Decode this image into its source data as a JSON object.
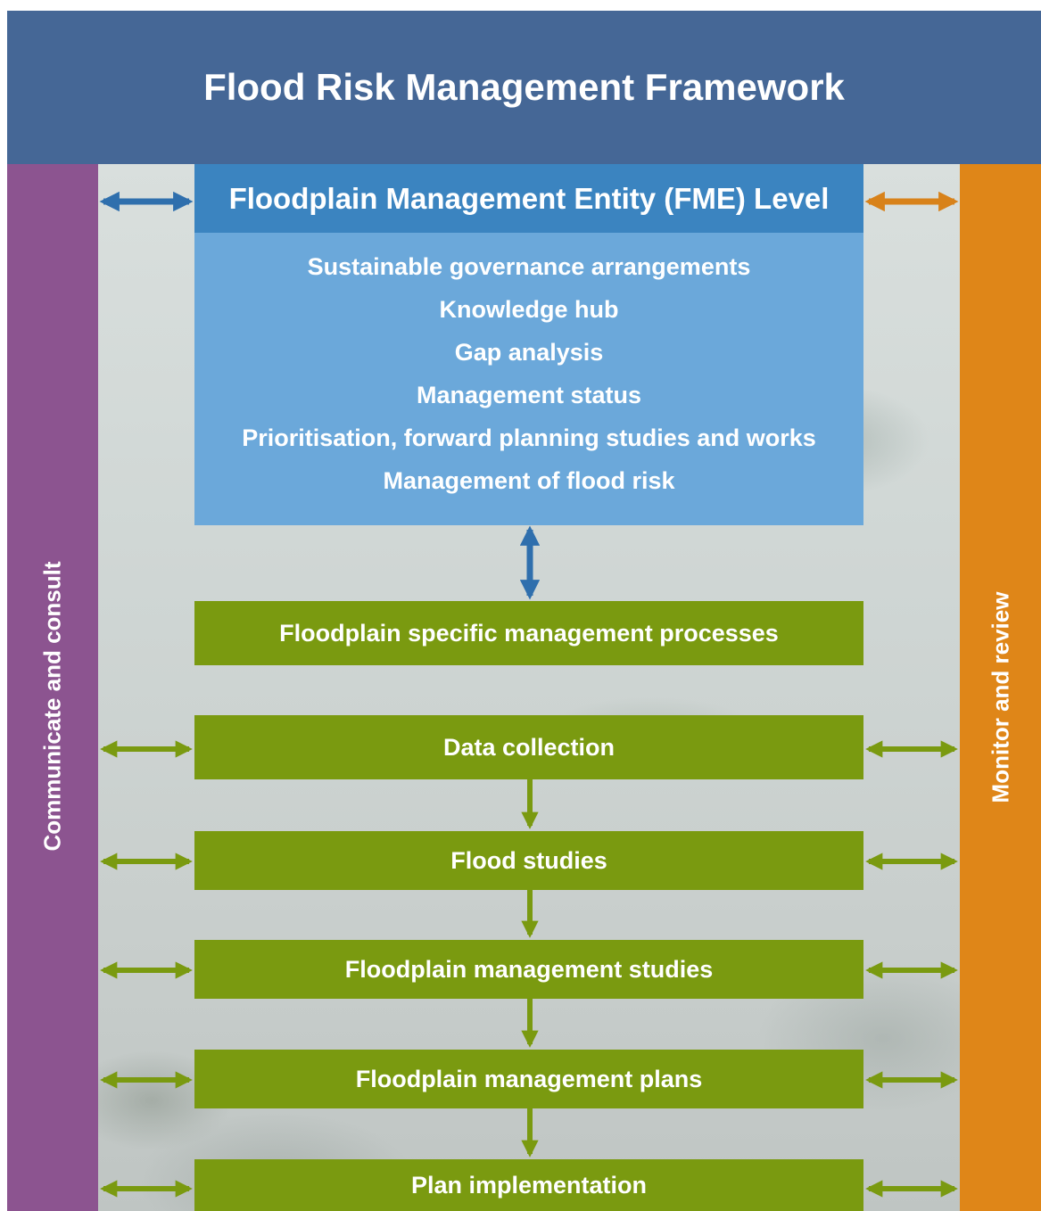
{
  "title": "Flood Risk Management Framework",
  "left_label": "Communicate and consult",
  "right_label": "Monitor and review",
  "fme": {
    "title": "Floodplain Management Entity (FME) Level",
    "items": [
      "Sustainable governance arrangements",
      "Knowledge hub",
      "Gap analysis",
      "Management status",
      "Prioritisation, forward planning studies and works",
      "Management of flood risk"
    ]
  },
  "processes_title": "Floodplain specific management processes",
  "steps": [
    "Data collection",
    "Flood studies",
    "Floodplain management studies",
    "Floodplain management plans",
    "Plan implementation"
  ],
  "colors": {
    "header": "#456796",
    "fme_title": "#3b84c0",
    "fme_body": "#6ba8da",
    "green": "#7a9a10",
    "purple": "#8c5490",
    "orange": "#df8618"
  }
}
